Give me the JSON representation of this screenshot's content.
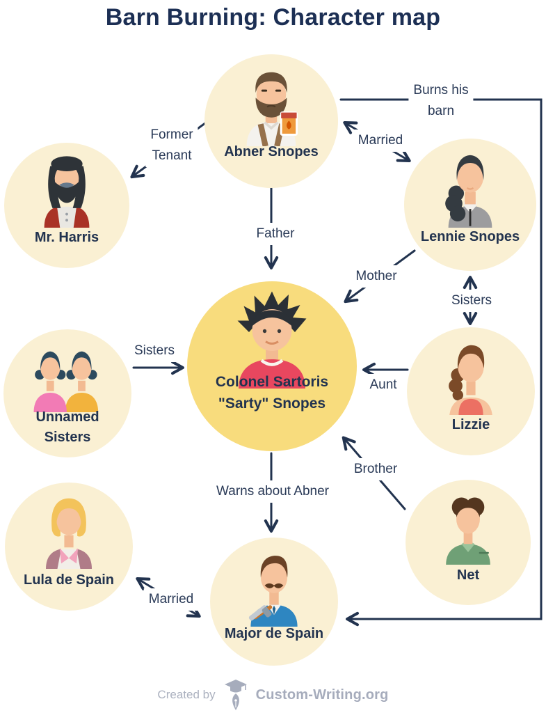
{
  "title": "Barn Burning: Character map",
  "colors": {
    "navy": "#22334F",
    "circle_light": "#FAF0D3",
    "circle_highlight": "#F8DC7D",
    "footer_gray": "#A6ACBC"
  },
  "nodes": {
    "abner": {
      "label": "Abner Snopes"
    },
    "harris": {
      "label": "Mr. Harris"
    },
    "lennie": {
      "label": "Lennie Snopes"
    },
    "sarty": {
      "label_line1": "Colonel Sartoris",
      "label_line2": "\"Sarty\" Snopes"
    },
    "sisters": {
      "label_line1": "Unnamed",
      "label_line2": "Sisters"
    },
    "lizzie": {
      "label": "Lizzie"
    },
    "net": {
      "label": "Net"
    },
    "lula": {
      "label": "Lula de Spain"
    },
    "major": {
      "label": "Major de Spain"
    }
  },
  "edges": {
    "former_tenant": {
      "line1": "Former",
      "line2": "Tenant"
    },
    "burns_barn": {
      "line1": "Burns his",
      "line2": "barn"
    },
    "married_top": {
      "label": "Married"
    },
    "father": {
      "label": "Father"
    },
    "mother": {
      "label": "Mother"
    },
    "sisters_right": {
      "label": "Sisters"
    },
    "sisters_left": {
      "label": "Sisters"
    },
    "aunt": {
      "label": "Aunt"
    },
    "brother": {
      "label": "Brother"
    },
    "warns": {
      "label": "Warns about Abner"
    },
    "married_bottom": {
      "label": "Married"
    }
  },
  "footer": {
    "created_by": "Created by",
    "brand": "Custom-Writing.org"
  }
}
